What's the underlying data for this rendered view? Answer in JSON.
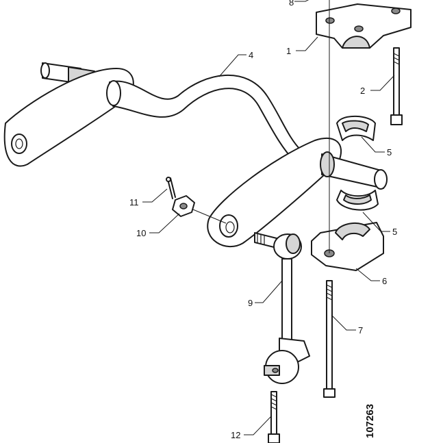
{
  "callouts": {
    "c1": "1",
    "c2": "2",
    "c4": "4",
    "c5a": "5",
    "c5b": "5",
    "c6": "6",
    "c7": "7",
    "c8": "8",
    "c9": "9",
    "c10": "10",
    "c11": "11",
    "c12": "12"
  },
  "figure_number": "107263"
}
